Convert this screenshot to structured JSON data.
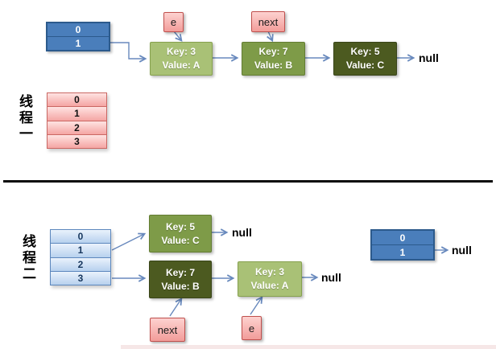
{
  "colors": {
    "node_light_green": "#a9c176",
    "node_medium_green": "#7e9b48",
    "node_dark_green": "#4c5a20",
    "bucket_blue": "#4f81bd",
    "table_pink": "#f4a5a3",
    "table_light_blue": "#c4d9f1",
    "arrow_blue": "#6889bd",
    "divider_black": "#0a0a0a"
  },
  "thread1": {
    "label": "线程一",
    "bucket": {
      "rows": [
        "0",
        "1"
      ]
    },
    "table_rows": [
      "0",
      "1",
      "2",
      "3"
    ],
    "e_tag": "e",
    "next_tag": "next",
    "nodes": [
      {
        "key": "Key: 3",
        "value": "Value: A"
      },
      {
        "key": "Key: 7",
        "value": "Value: B"
      },
      {
        "key": "Key: 5",
        "value": "Value: C"
      }
    ],
    "null_label": "null"
  },
  "thread2": {
    "label": "线程二",
    "table_rows": [
      "0",
      "1",
      "2",
      "3"
    ],
    "nodes": [
      {
        "key": "Key: 5",
        "value": "Value: C"
      },
      {
        "key": "Key: 7",
        "value": "Value: B"
      },
      {
        "key": "Key: 3",
        "value": "Value: A"
      }
    ],
    "null_label_1": "null",
    "null_label_2": "null",
    "next_tag": "next",
    "e_tag": "e",
    "bucket": {
      "rows": [
        "0",
        "1"
      ]
    },
    "bucket_null_label": "null"
  }
}
